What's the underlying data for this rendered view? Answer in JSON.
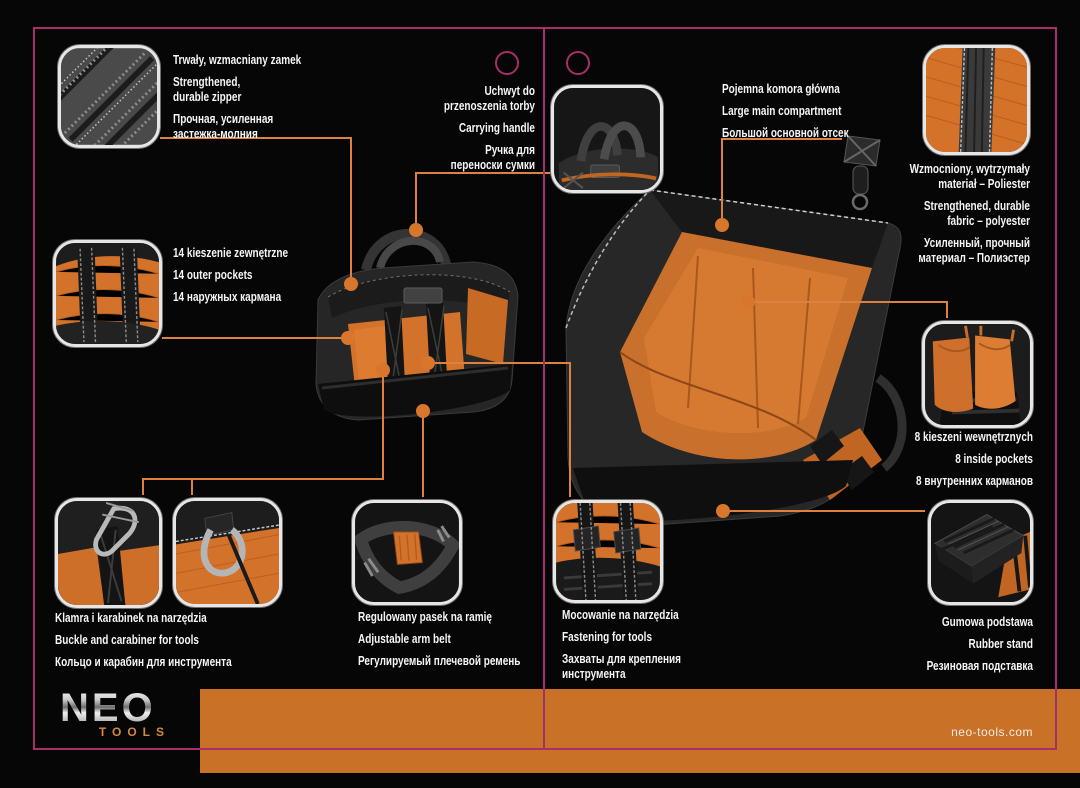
{
  "colors": {
    "background": "#060606",
    "frame_magenta": "#a82e6a",
    "connector_orange": "#dd8140",
    "footer_bar_orange": "#c97127",
    "label_text": "#f5f5f5",
    "brand_orange": "#d4893c"
  },
  "features": {
    "zipper": {
      "photo": "zipper-closeup-photo",
      "pl": "Trwały, wzmacniany zamek",
      "en": "Strengthened,\ndurable zipper",
      "ru": "Прочная, усиленная\nзастежка-молния"
    },
    "handle": {
      "photo": "carrying-handle-photo",
      "pl": "Uchwyt do\nprzenoszenia torby",
      "en": "Carrying handle",
      "ru": "Ручка для\nпереноски сумки"
    },
    "main_compartment": {
      "photo": "open-bag-photo",
      "pl": "Pojemna komora główna",
      "en": "Large main compartment",
      "ru": "Большой основной отсек"
    },
    "polyester": {
      "photo": "polyester-fabric-photo",
      "pl": "Wzmocniony, wytrzymały\nmateriał – Poliester",
      "en": "Strengthened, durable\nfabric – polyester",
      "ru": "Усиленный, прочный\nматериал – Полиэстер"
    },
    "outer_pockets": {
      "photo": "outer-pockets-photo",
      "pl": "14 kieszenie zewnętrzne",
      "en": "14 outer pockets",
      "ru": "14 наружных кармана"
    },
    "inner_pockets": {
      "photo": "inside-pockets-photo",
      "pl": "8 kieszeni wewnętrznych",
      "en": "8 inside pockets",
      "ru": "8 внутренних карманов"
    },
    "buckle_carabiner": {
      "photo": "carabiner-photo / d-ring-photo",
      "pl": "Klamra i karabinek na narzędzia",
      "en": "Buckle and carabiner for tools",
      "ru": "Кольцо и карабин для инструмента"
    },
    "arm_belt": {
      "photo": "shoulder-strap-photo",
      "pl": "Regulowany pasek na ramię",
      "en": "Adjustable arm belt",
      "ru": "Регулируемый плечевой ремень"
    },
    "fastening": {
      "photo": "tool-fastening-photo",
      "pl": "Mocowanie na narzędzia",
      "en": "Fastening for tools",
      "ru": "Захваты для крепления\nинструмента"
    },
    "rubber_stand": {
      "photo": "rubber-base-photo",
      "pl": "Gumowa podstawa",
      "en": "Rubber stand",
      "ru": "Резиновая подставка"
    }
  },
  "footer": {
    "brand": "NEO",
    "brand_sub": "TOOLS",
    "website": "neo-tools.com"
  }
}
